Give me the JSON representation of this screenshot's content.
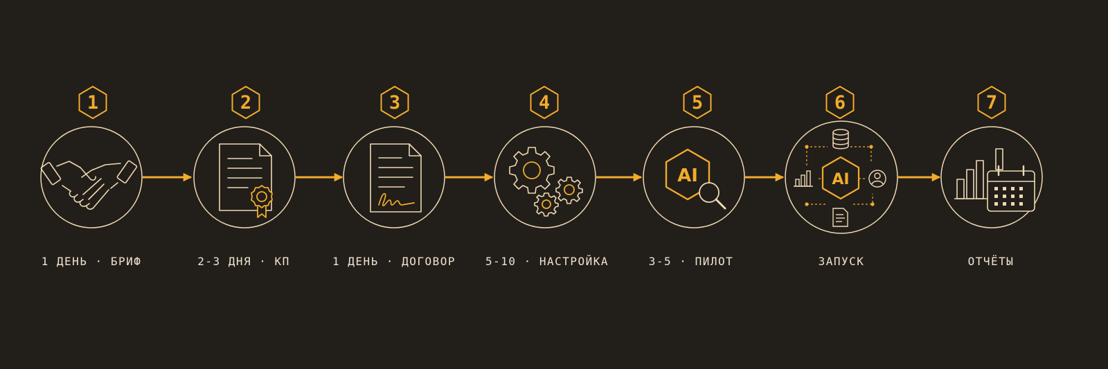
{
  "colors": {
    "background": "#221e1a",
    "line": "#eed9b2",
    "accent": "#f2ac2b"
  },
  "steps": [
    {
      "number": "1",
      "caption": "1 ДЕНЬ · БРИФ",
      "icon": "handshake-icon"
    },
    {
      "number": "2",
      "caption": "2-3 ДНЯ · КП",
      "icon": "certificate-document-icon"
    },
    {
      "number": "3",
      "caption": "1 ДЕНЬ · ДОГОВОР",
      "icon": "signed-contract-icon"
    },
    {
      "number": "4",
      "caption": "5-10 · НАСТРОЙКА",
      "icon": "gears-icon"
    },
    {
      "number": "5",
      "caption": "3-5 · ПИЛОТ",
      "icon": "ai-search-icon"
    },
    {
      "number": "6",
      "caption": "ЗАПУСК",
      "icon": "ai-network-icon"
    },
    {
      "number": "7",
      "caption": "ОТЧЁТЫ",
      "icon": "reports-calendar-icon"
    }
  ],
  "icon_labels": {
    "ai_search": "AI",
    "ai_network": "AI"
  }
}
